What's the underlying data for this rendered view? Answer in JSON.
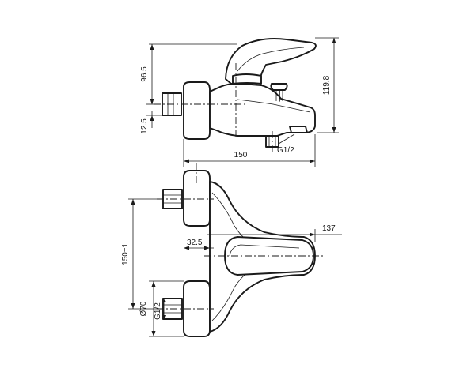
{
  "dimensions": {
    "side_height_lever": "96.5",
    "side_height_total": "119.8",
    "side_pipe_offset": "12.5",
    "side_length": "150",
    "side_outlet_thread": "G1/2",
    "front_projection": "137",
    "front_eccentric": "32.5",
    "front_center_distance": "150±1",
    "front_rosette_diameter": "Ø70",
    "front_inlet_thread": "G1/2"
  }
}
